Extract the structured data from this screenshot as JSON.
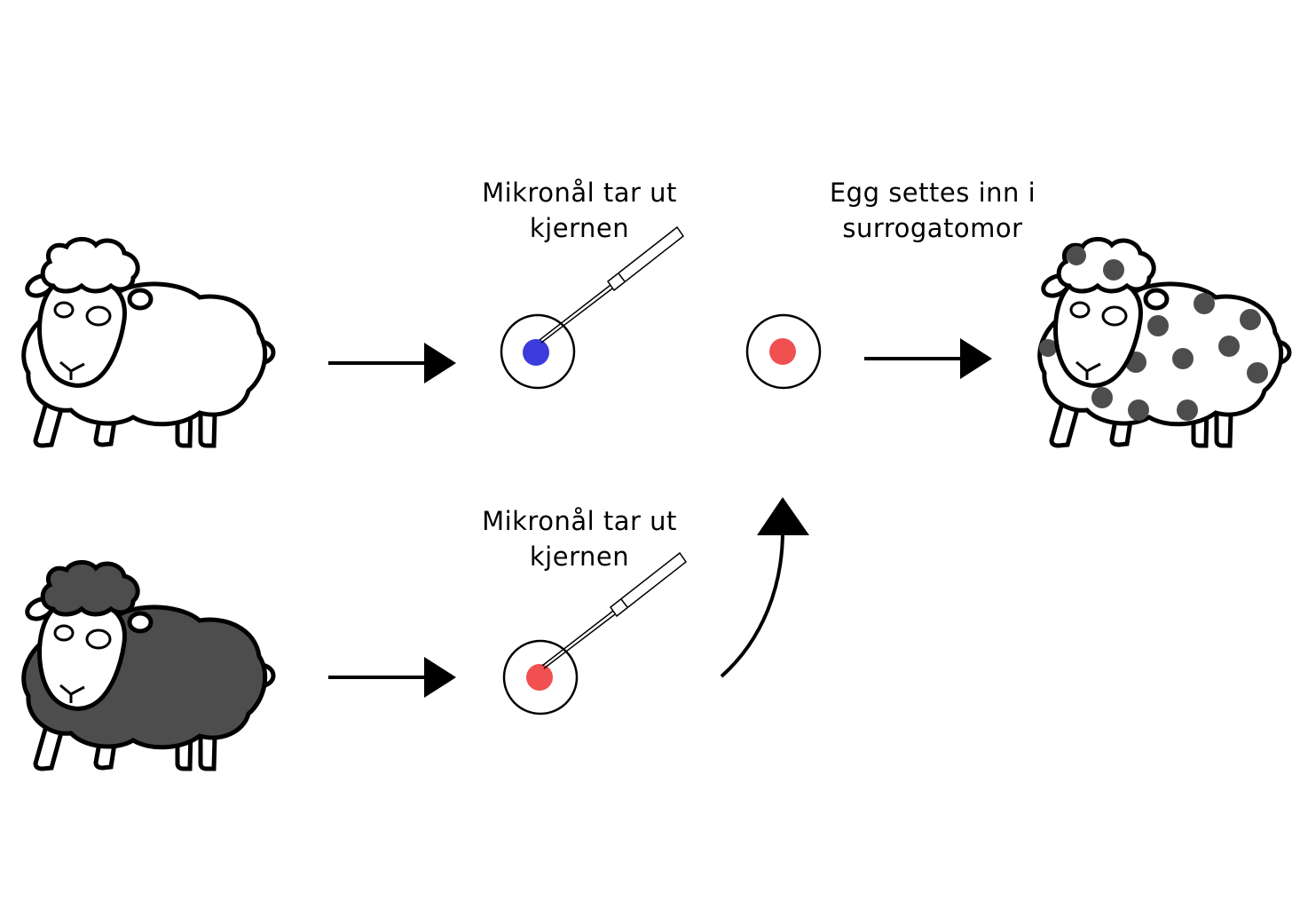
{
  "colors": {
    "outline": "#000000",
    "white_wool": "#ffffff",
    "dark_wool": "#4d4d4d",
    "spots": "#4d4d4d",
    "nucleus_blue": "#3c3cdc",
    "nucleus_red": "#f05050"
  },
  "labels": {
    "top_needle": [
      "Mikronål tar ut",
      "kjernen"
    ],
    "bottom_needle": [
      "Mikronål tar ut",
      "kjernen"
    ],
    "surrogate": [
      "Egg settes inn i",
      "surrogatomor"
    ]
  },
  "icons": {
    "white_sheep": "sheep-white-icon",
    "dark_sheep": "sheep-dark-icon",
    "spotted_sheep": "sheep-spotted-icon",
    "needle": "micro-needle-icon",
    "cell": "egg-cell-icon"
  }
}
